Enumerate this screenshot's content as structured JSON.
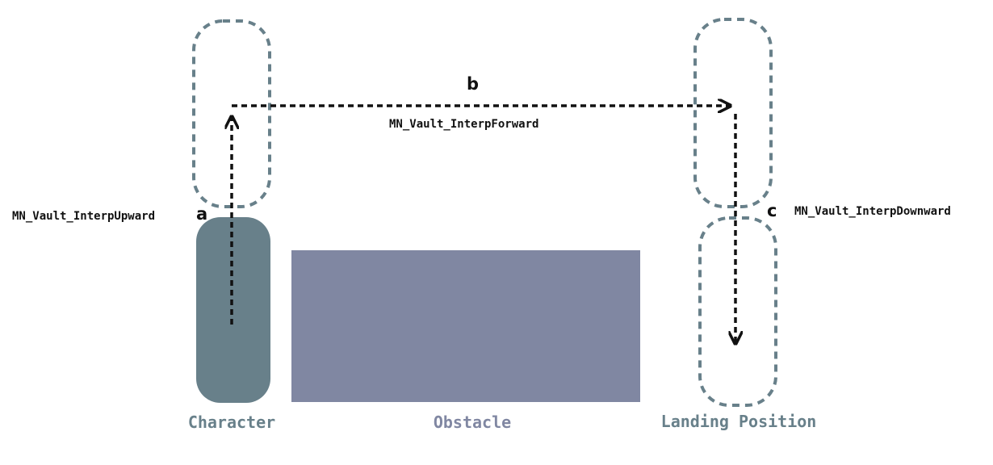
{
  "colors": {
    "character": "#68808a",
    "obstacle": "#8087a2",
    "ghost_outline": "#68808a",
    "arrow": "#111111",
    "caption_character": "#68808a",
    "caption_obstacle": "#8087a2",
    "caption_landing": "#68808a"
  },
  "steps": {
    "a": {
      "letter": "a",
      "label": "MN_Vault_InterpUpward"
    },
    "b": {
      "letter": "b",
      "label": "MN_Vault_InterpForward"
    },
    "c": {
      "letter": "c",
      "label": "MN_Vault_InterpDownward"
    }
  },
  "captions": {
    "character": "Character",
    "obstacle": "Obstacle",
    "landing": "Landing Position"
  }
}
